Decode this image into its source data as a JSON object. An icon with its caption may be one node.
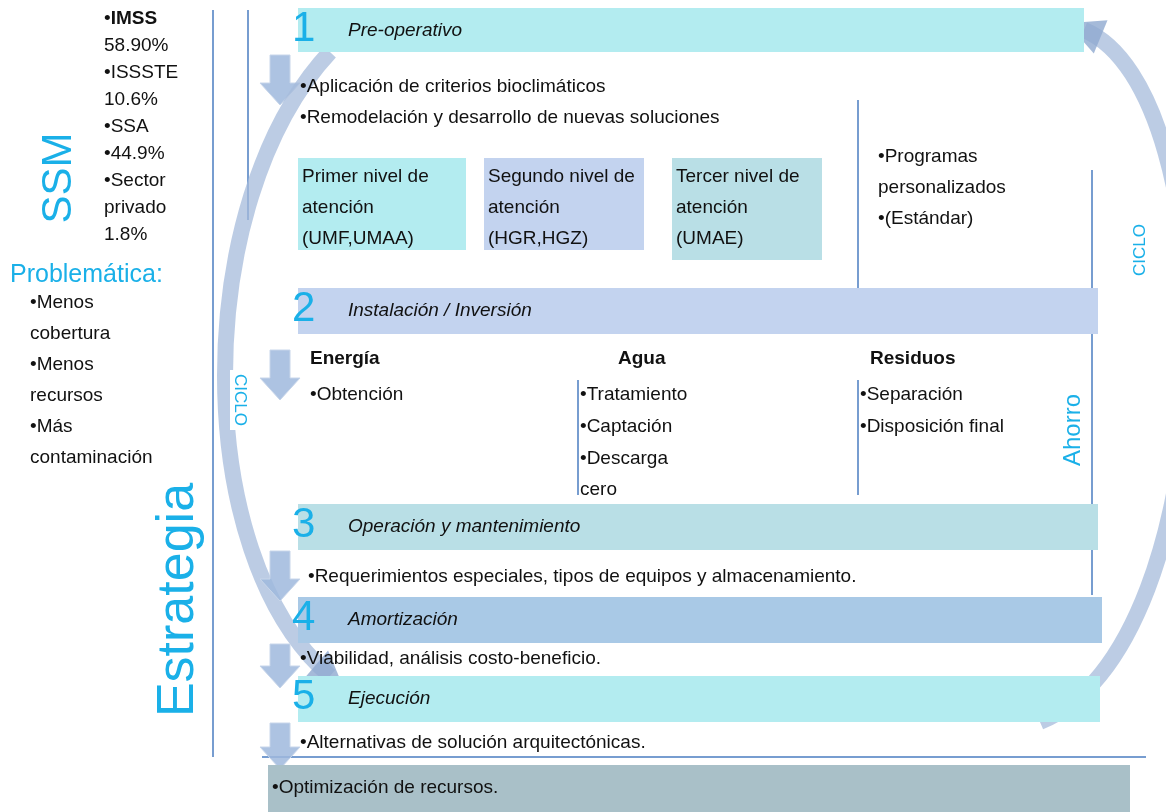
{
  "diagram": {
    "nodes": [
      {
        "text": [
          "1",
          "Pre-operativo"
        ]
      },
      {
        "text": [
          "Primer nivel de atención (UMF,UMAA)"
        ]
      },
      {
        "text": [
          "Segundo nivel de atención (HGR,HGZ)"
        ]
      },
      {
        "text": [
          "Tercer nivel de atención (UMAE)"
        ]
      },
      {
        "text": [
          "2",
          "Instalación / Inversión"
        ]
      },
      {
        "text": [
          "3",
          "Operación y mantenimiento"
        ]
      },
      {
        "text": [
          "4",
          "Amortización"
        ]
      },
      {
        "text": [
          "5",
          "Ejecución"
        ]
      },
      {
        "text": [
          "•Optimización de recursos."
        ]
      }
    ],
    "edges": [
      {
        "from": 0,
        "to": 7,
        "arrow": "to",
        "label": "CICLO"
      },
      {
        "from": 7,
        "to": 0,
        "arrow": "to",
        "label": "CICLO"
      },
      {
        "from": 5,
        "to": 6,
        "arrow": "to",
        "style": "thick"
      },
      {
        "from": 6,
        "to": 7,
        "arrow": "to",
        "style": "thick"
      },
      {
        "from": 7,
        "to": 8,
        "arrow": "to",
        "style": "thick"
      }
    ],
    "labels": [
      "SSM",
      "•**IMSS** 58.90%",
      "•ISSSTE 10.6%",
      "•SSA",
      "•44.9%",
      "•Sector privado 1.8%",
      "Problemática:",
      "•Menos cobertura",
      "•Menos recursos",
      "•Más contaminación",
      "Estrategia",
      "•Aplicación de criterios bioclimáticos",
      "•Remodelación y desarrollo de nuevas soluciones",
      "•Programas personalizados",
      "•(Estándar)",
      "Energía",
      "•Obtención",
      "Agua",
      "•Tratamiento",
      "•Captación",
      "•Descarga cero",
      "Residuos",
      "•Separación",
      "•Disposición final",
      "Ahorro",
      "•Requerimientos especiales, tipos de equipos y almacenamiento.",
      "•Viabilidad, análisis costo-beneficio.",
      "•Alternativas de solución arquitectónicas."
    ]
  }
}
